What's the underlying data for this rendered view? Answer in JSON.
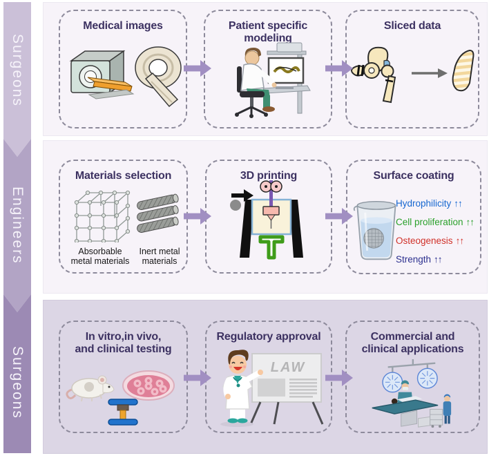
{
  "sidebar": {
    "segments": [
      {
        "label": "Surgeons",
        "color": "#cbc0d8"
      },
      {
        "label": "Engineers",
        "color": "#b2a4c5"
      },
      {
        "label": "Surgeons",
        "color": "#9c8ab4"
      }
    ]
  },
  "colors": {
    "flow_arrow": "#a18fc2",
    "panel_light": "#f7f3f9",
    "panel_dark": "#dcd6e5",
    "box_border": "#8d8a9b",
    "title_text": "#3c3161"
  },
  "rows": [
    {
      "role": "Surgeons",
      "boxes": [
        {
          "title": "Medical images",
          "icon": "ct-and-mri-scanners-icon"
        },
        {
          "title": "Patient specific\nmodeling",
          "icon": "surgeon-at-workstation-icon"
        },
        {
          "title": "Sliced data",
          "icon": "hip-bone-to-sliced-model-icon"
        }
      ]
    },
    {
      "role": "Engineers",
      "boxes": [
        {
          "title": "Materials selection",
          "icon": "metal-lattice-and-rods-icon",
          "captions": [
            "Absorbable\nmetal materials",
            "Inert metal\nmaterials"
          ]
        },
        {
          "title": "3D printing",
          "icon": "3d-printer-icon"
        },
        {
          "title": "Surface coating",
          "icon": "beaker-icon",
          "effects": [
            {
              "label": "Hydrophilicity",
              "arrows": "↑↑",
              "color": "#1566d0"
            },
            {
              "label": "Cell proliferation",
              "arrows": "↑↑",
              "color": "#2aa02a"
            },
            {
              "label": "Osteogenesis",
              "arrows": "↑↑",
              "color": "#d03028"
            },
            {
              "label": "Strength",
              "arrows": "↑↑",
              "color": "#2b2f8e"
            }
          ]
        }
      ]
    },
    {
      "role": "Surgeons",
      "boxes": [
        {
          "title": "In vitro,in vivo,\nand clinical testing",
          "icon": "mouse-petri-dish-test-rig-icon"
        },
        {
          "title": "Regulatory approval",
          "icon": "doctor-law-board-icon",
          "board_text": "LAW"
        },
        {
          "title": "Commercial and\nclinical applications",
          "icon": "operating-room-icon"
        }
      ]
    }
  ]
}
